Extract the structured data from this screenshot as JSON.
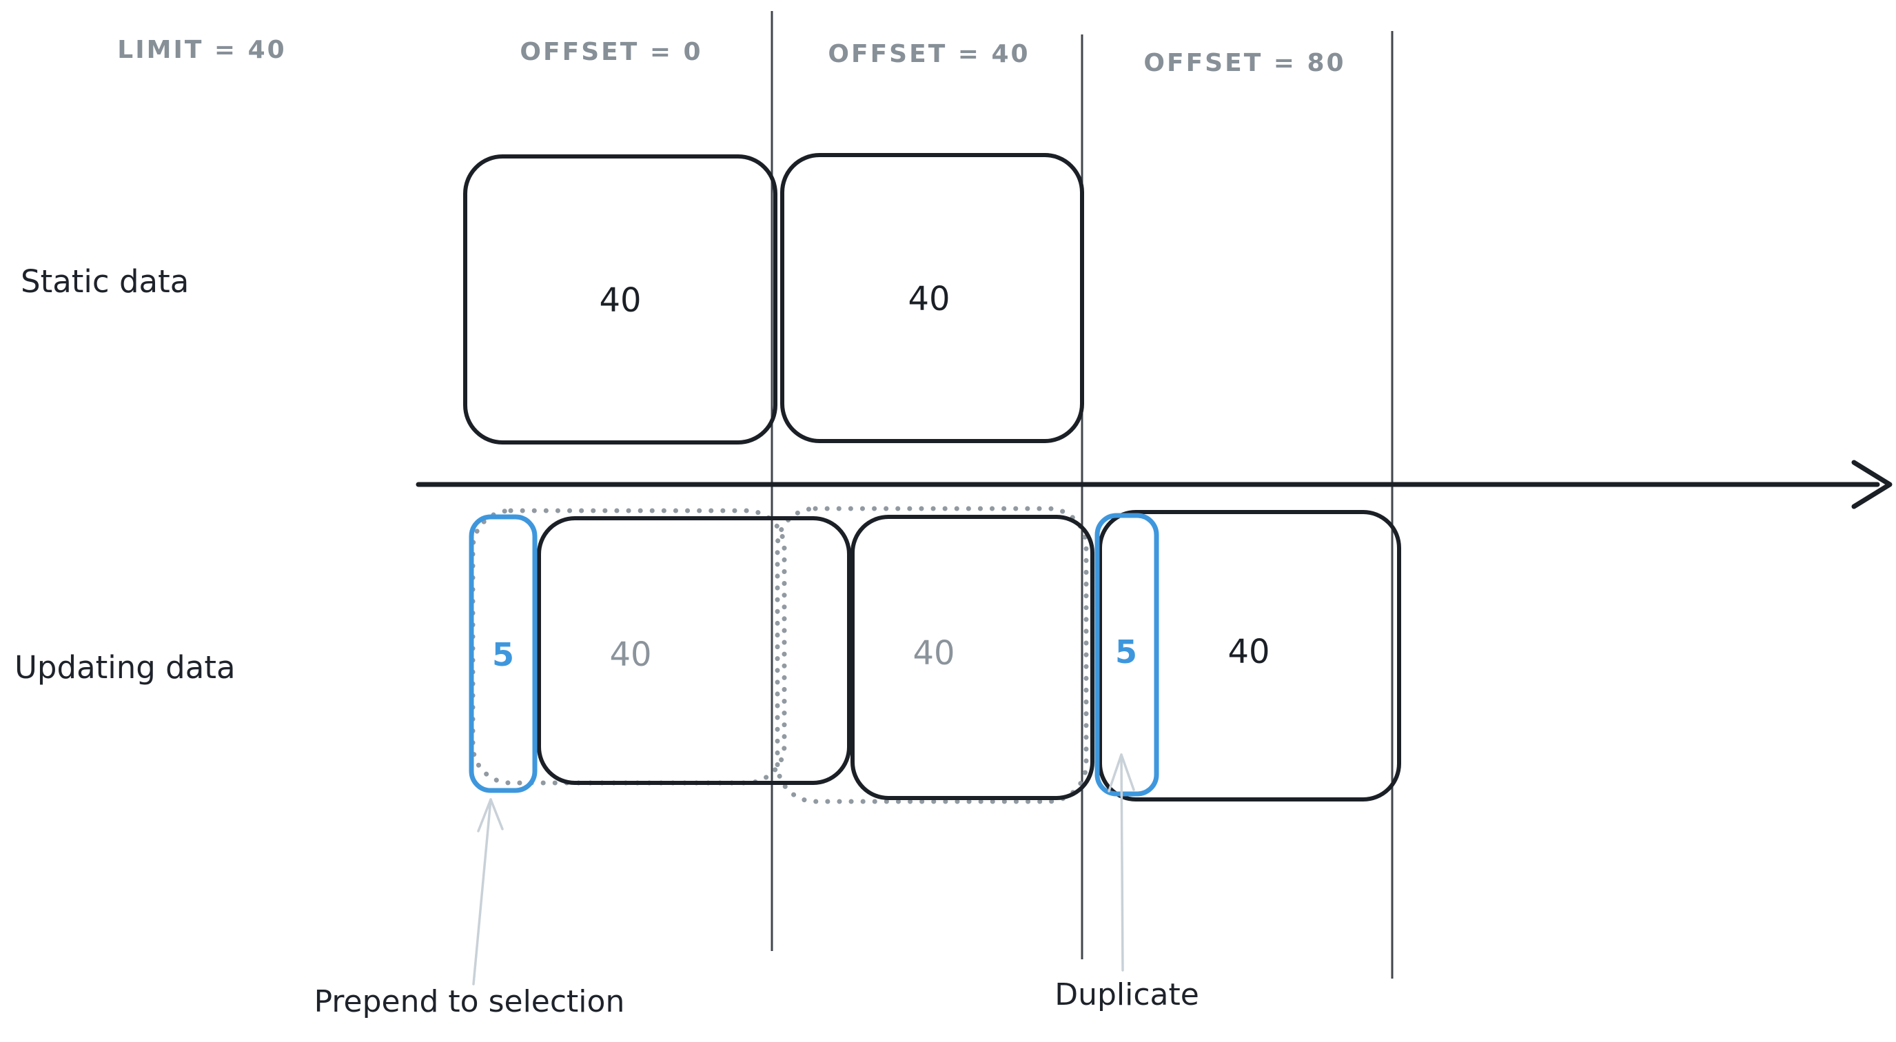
{
  "colors": {
    "ink": "#1b1f26",
    "header_gray": "#878f97",
    "value_gray": "#8b939b",
    "dotted_gray": "#9199a1",
    "divider_gray": "#40464d",
    "accent_blue": "#3e97dd",
    "pointer_light_gray": "#c9d1d8",
    "background": "#ffffff"
  },
  "column_headers": {
    "limit": "LIMIT = 40",
    "offset_0": "OFFSET = 0",
    "offset_40": "OFFSET = 40",
    "offset_80": "OFFSET = 80"
  },
  "row_labels": {
    "static": "Static data",
    "updating": "Updating data"
  },
  "static_row": {
    "page_1_count": "40",
    "page_2_count": "40"
  },
  "updating_row": {
    "prepended_count": "5",
    "page_1_count": "40",
    "page_2_count": "40",
    "duplicated_count": "5",
    "page_3_count": "40"
  },
  "annotations": {
    "prepend": "Prepend to selection",
    "duplicate": "Duplicate"
  }
}
